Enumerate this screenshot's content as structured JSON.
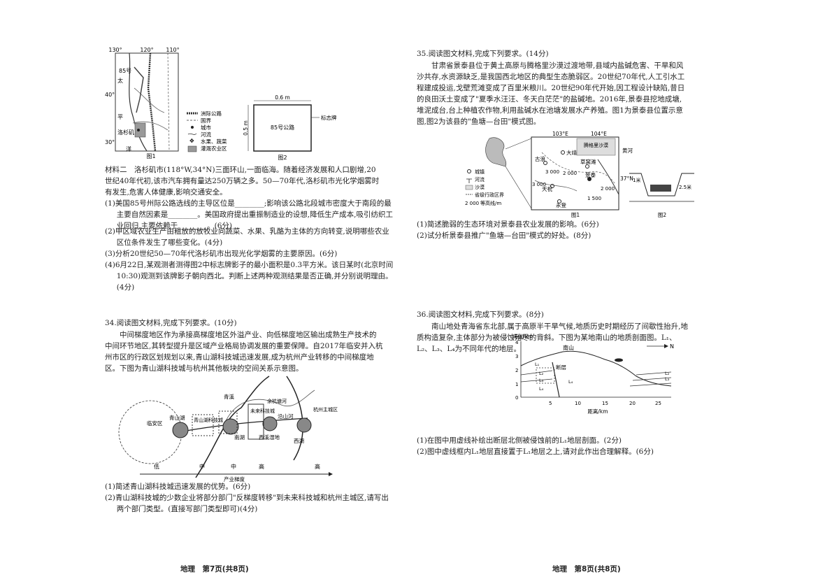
{
  "left": {
    "map1": {
      "lon_labels": [
        "130°",
        "120°",
        "110°"
      ],
      "lat_labels": [
        "40°",
        "30°"
      ],
      "place_labels": [
        "85号",
        "太",
        "平",
        "洛杉矶",
        "洋"
      ],
      "legend": [
        "洲际公路",
        "国界",
        "城市",
        "河流",
        "水果、蔬菜",
        "灌溉农业区"
      ],
      "caption": "图1"
    },
    "sign": {
      "width_label": "0.6 m",
      "height_label": "0.5 m",
      "text": "85号公路",
      "pointer": "标志牌",
      "caption": "图2"
    },
    "material2": "材料二　洛杉矶市(118°W,34°N)三面环山,一面临海。随着经济发展和人口剧增,20世纪40年代初,该市汽车拥有量达250万辆之多。50—70年代,洛杉矶市光化学烟雾时有发生,危害人体健康,影响交通安全。",
    "q33_items": [
      "(1)美国85号州际公路选线的主导区位是________;影响该公路北段城市密度大于南段的最主要自然因素是________。美国政府提出重振制造业的设想,降低生产成本,吸引纺织工业回归,主要依赖于________。(6分)",
      "(2)甲区域农业生产由粗放的放牧业向蔬菜、水果、乳酪为主体的方向转变,说明哪些农业区位条件发生了哪些变化。(4分)",
      "(3)分析20世纪50—70年代洛杉矶市出现光化学烟雾的主要原因。(6分)",
      "(4)6月22日,某观测者测得图2中标志牌影子的最小面积是0.3平方米。该日某时(北京时间10:30)观测到该牌影子朝向西北。判断上述两种观测结果是否正确,并分别说明理由。(4分)"
    ],
    "q34_head": "34.阅读图文材料,完成下列要求。(10分)",
    "q34_para": "中间梯度地区作为承接高梯度地区外溢产业、向低梯度地区输出成熟生产技术的中间环节地区,其转型提升是区域产业格局协调发展的重要保障。自2017年临安并入杭州市区的行政区划规划以来,青山湖科技城迅速发展,成为杭州产业转移的中间梯度地区。下图为青山湖科技城与杭州其他板块的空间关系示意图。",
    "diagram": {
      "labels": [
        "青山湖",
        "青山湖科技城",
        "临安区",
        "青溪",
        "余杭塘河",
        "未来科技城",
        "南湖",
        "沿山河",
        "西溪湿地",
        "杭州主城区",
        "西湖"
      ],
      "gradient": [
        "低",
        "中",
        "中",
        "高",
        "高"
      ],
      "axis_label": "产业梯度"
    },
    "q34_items": [
      "(1)简述青山湖科技城迅速发展的优势。(6分)",
      "(2)青山湖科技城的少数企业将部分部门\"反梯度转移\"到未来科技城和杭州主城区,请写出两个部门类型。(直接写部门类型即可)(4分)"
    ],
    "footer": "地理　第7页(共8页)"
  },
  "right": {
    "q35_head": "35.阅读图文材料,完成下列要求。(14分)",
    "q35_para": "甘肃省景泰县位于黄土高原与腾格里沙漠过渡地带,县域内盐碱危害、干旱和风沙共存,水资源缺乏,是我国西北地区的典型生态脆弱区。20世纪70年代,人工引水工程建成投运,戈壁荒滩变成了百里米粮川。20世纪90年代开始,因工程设计缺陷,昔日的良田沃土变成了\"夏季水汪汪、冬天白茫茫\"的盐碱地。2016年,景泰县挖地成塘,堆泥成台,台上种植农作物,利用盐碱水在池塘发展水产养殖。图1为景泰县位置示意图,图2为该县的\"鱼塘—台田\"模式图。",
    "map": {
      "lon": [
        "103°E",
        "104°E"
      ],
      "lat": "37°N",
      "places": [
        "大靖",
        "古浪",
        "草窝滩",
        "景泰",
        "天祝",
        "永登",
        "腾格里沙漠",
        "黄河"
      ],
      "contours": [
        "3 000",
        "2 000",
        "3 000",
        "2 000",
        "1 500"
      ],
      "legend": [
        "城镇",
        "河流",
        "沙漠",
        "省级行政区界",
        "等高线/m"
      ],
      "legend_contour": "2 000",
      "caption1": "图1",
      "fig2_labels": [
        "1米",
        "2.5米"
      ],
      "caption2": "图2"
    },
    "q35_items": [
      "(1)简述脆弱的生态环境对景泰县农业发展的影响。(6分)",
      "(2)试分析景泰县推广\"鱼塘—台田\"模式的好处。(8分)"
    ],
    "q36_head": "36.阅读图文材料,完成下列要求。(8分)",
    "q36_para": "南山地处青海省东北部,属于高原半干旱气候,地质历史时期经历了间歇性抬升,地质构造复杂,主体部分为被侵蚀殆尽的背斜。下图为某地南山的地质剖面图。L₁、L₂、L₃、L₄为不同年代的地层。",
    "profile": {
      "ylabel": "海拔/km",
      "yticks": [
        "4",
        "3",
        "2",
        "1",
        "0"
      ],
      "xticks": [
        "5",
        "10",
        "15",
        "20",
        "25"
      ],
      "xlabel": "距离/km",
      "north": "N",
      "mountain": "南山",
      "fault_label": "断层",
      "strata": [
        "L₁",
        "L₂",
        "L₃",
        "L₄",
        "L₂",
        "L₃",
        "L₄"
      ]
    },
    "q36_items": [
      "(1)在图中用虚线补绘出断层北侧被侵蚀前的L₁地层剖面。(2分)",
      "(2)图中虚线框内L₁地层直接置于L₁地层之上,请对此作出合理解释。(6分)"
    ],
    "footer": "地理　第8页(共8页)"
  }
}
